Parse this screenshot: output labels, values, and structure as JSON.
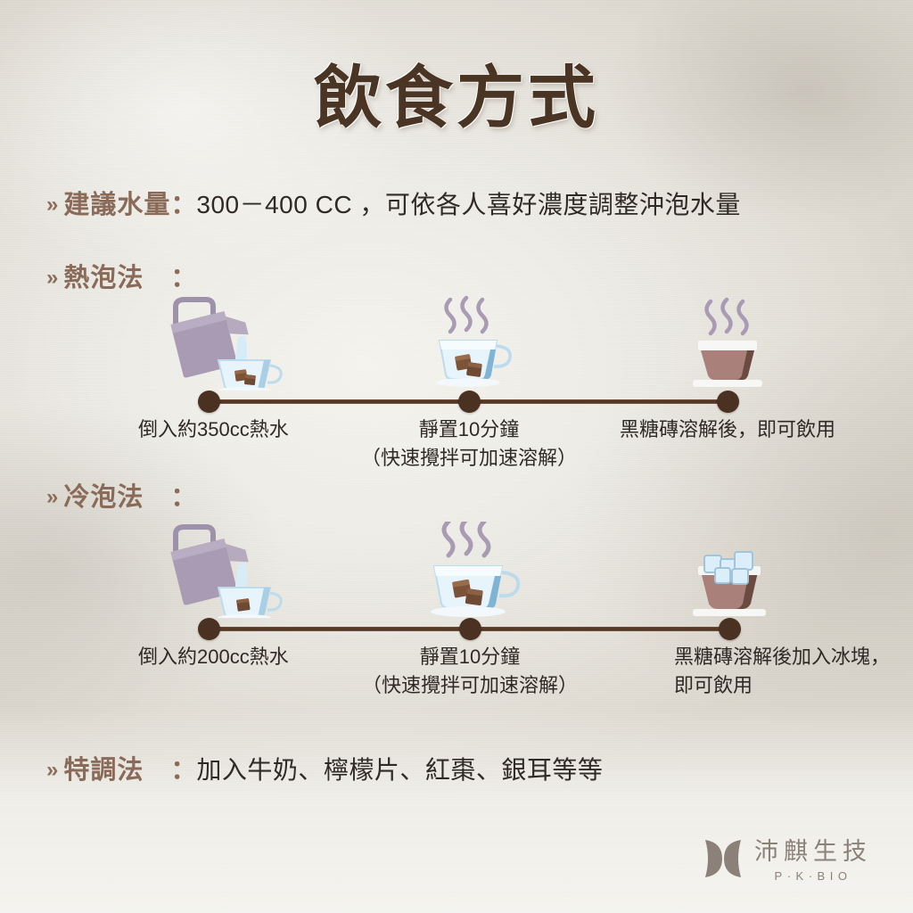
{
  "title": "飲食方式",
  "colors": {
    "title": "#4a3423",
    "key": "#8a6a58",
    "body": "#2f2a25",
    "timeline": "#4a3121",
    "logo": "#8b8179",
    "kettle": "#a99bb4",
    "cup_blue": "#cfe6f5",
    "sugar": "#6d4a31",
    "drink_brown": "#a9817a"
  },
  "rows": {
    "water": {
      "chev": "»",
      "key": "建議水量",
      "colon": "：",
      "value": "300－400 CC ，可依各人喜好濃度調整沖泡水量"
    },
    "hot": {
      "chev": "»",
      "key": "熱泡法",
      "colon": "："
    },
    "cold": {
      "chev": "»",
      "key": "冷泡法",
      "colon": "："
    },
    "special": {
      "chev": "»",
      "key": "特調法",
      "colon": "：",
      "value": "加入牛奶、檸檬片、紅棗、銀耳等等"
    }
  },
  "timelines": {
    "hot": {
      "steps": [
        {
          "icon": "kettle-pouring-into-cup-icon",
          "caption_line1": "倒入約350cc熱水",
          "caption_line2": ""
        },
        {
          "icon": "steaming-cup-with-sugar-cubes-icon",
          "caption_line1": "靜置10分鐘",
          "caption_line2": "（快速攪拌可加速溶解）"
        },
        {
          "icon": "steaming-brown-drink-cup-icon",
          "caption_line1": "黑糖磚溶解後，即可飲用",
          "caption_line2": ""
        }
      ]
    },
    "cold": {
      "steps": [
        {
          "icon": "kettle-pouring-into-cup-icon",
          "caption_line1": "倒入約200cc熱水",
          "caption_line2": ""
        },
        {
          "icon": "steaming-cup-with-sugar-cubes-icon",
          "caption_line1": "靜置10分鐘",
          "caption_line2": "（快速攪拌可加速溶解）"
        },
        {
          "icon": "iced-brown-drink-bowl-icon",
          "caption_line1": "黑糖磚溶解後加入冰塊，",
          "caption_line2": "即可飲用"
        }
      ]
    }
  },
  "logo": {
    "mark": "butterfly-leaf-mark-icon",
    "cn": "沛麒生技",
    "en": "P·K·BIO"
  }
}
